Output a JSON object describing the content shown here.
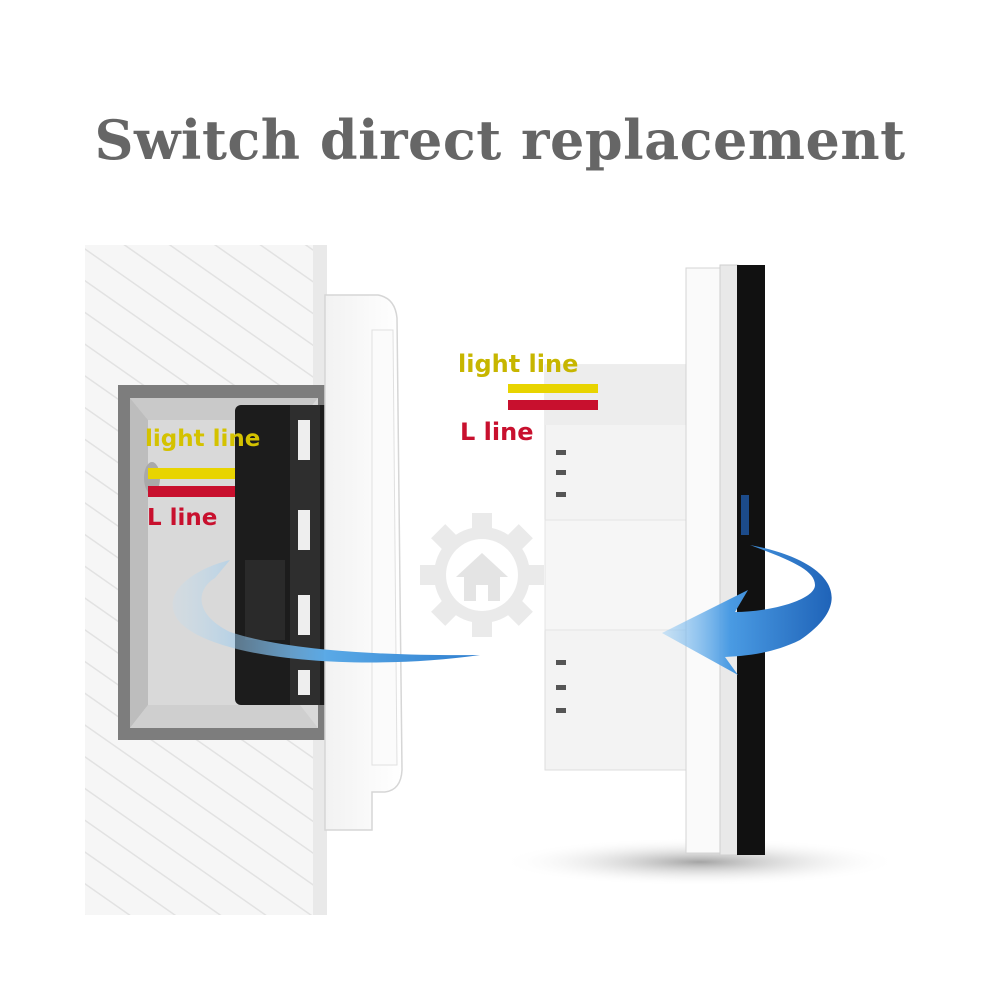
{
  "title": "Switch direct replacement",
  "left_panel": {
    "light_line_label": "light line",
    "l_line_label": "L line"
  },
  "right_panel": {
    "light_line_label": "light line",
    "l_line_label": "L line"
  },
  "colors": {
    "title": "#666666",
    "light_line": "#d4c200",
    "l_line": "#c8102e",
    "arrow": "#3a8fd9"
  },
  "icons": [
    "smart-home-gear-icon",
    "rotate-arrow-icon"
  ]
}
